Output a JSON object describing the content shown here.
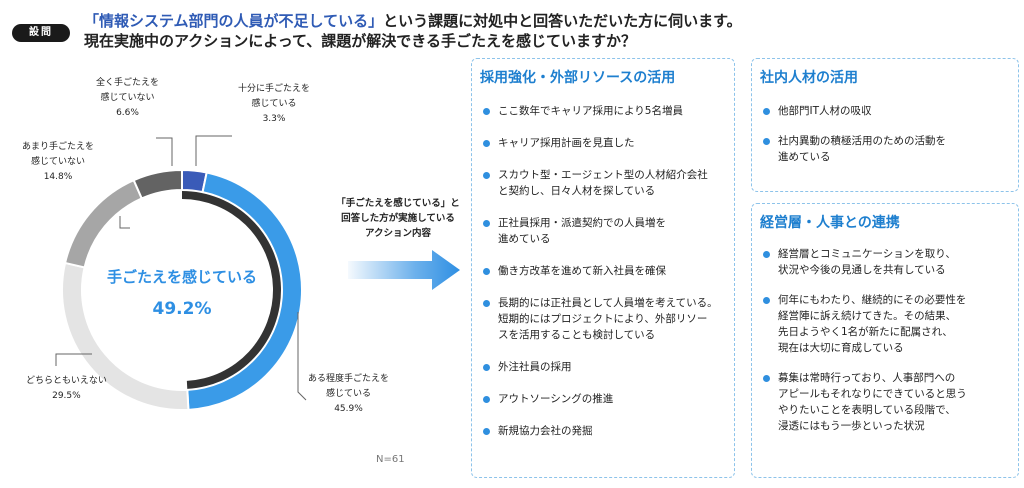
{
  "question": {
    "badge": "設問",
    "line1_highlight": "「情報システム部門の人員が不足している」",
    "line1_rest": "という課題に対処中と回答いただいた方に伺います。",
    "line2": "現在実施中のアクションによって、課題が解決できる手ごたえを感じていますか？"
  },
  "chart_data": {
    "type": "pie",
    "variant": "donut",
    "categories": [
      "十分に手ごたえを感じている",
      "ある程度手ごたえを感じている",
      "どちらともいえない",
      "あまり手ごたえを感じていない",
      "全く手ごたえを感じていない"
    ],
    "values": [
      3.3,
      45.9,
      29.5,
      14.8,
      6.6
    ],
    "value_labels": [
      "3.3%",
      "45.9%",
      "29.5%",
      "14.8%",
      "6.6%"
    ],
    "colors": [
      "#3a5bb8",
      "#3a9be8",
      "#e4e4e4",
      "#a6a6a6",
      "#636363"
    ],
    "label_lines": [
      [
        "十分に手ごたえを",
        "感じている"
      ],
      [
        "ある程度手ごたえを",
        "感じている"
      ],
      [
        "どちらともいえない"
      ],
      [
        "あまり手ごたえを",
        "感じていない"
      ],
      [
        "全く手ごたえを",
        "感じていない"
      ]
    ],
    "inner_ring_share": 49.2,
    "inner_ring_color": "#333333",
    "center_label": "手ごたえを感じている",
    "center_value": "49.2%",
    "center_color": "#2e8fe3",
    "sample_size": "N=61"
  },
  "arrow_caption": [
    "「手ごたえを感じている」と",
    "回答した方が実施している",
    "アクション内容"
  ],
  "panels": [
    {
      "title": "採用強化・外部リソースの活用",
      "items": [
        [
          "ここ数年でキャリア採用により5名増員"
        ],
        [
          "キャリア採用計画を見直した"
        ],
        [
          "スカウト型・エージェント型の人材紹介会社",
          "と契約し、日々人材を探している"
        ],
        [
          "正社員採用・派遣契約での人員増を",
          "進めている"
        ],
        [
          "働き方改革を進めて新入社員を確保"
        ],
        [
          "長期的には正社員として人員増を考えている。",
          "短期的にはプロジェクトにより、外部リソー",
          "スを活用することも検討している"
        ],
        [
          "外注社員の採用"
        ],
        [
          "アウトソーシングの推進"
        ],
        [
          "新規協力会社の発掘"
        ]
      ]
    },
    {
      "title": "社内人材の活用",
      "items": [
        [
          "他部門IT人材の吸収"
        ],
        [
          "社内異動の積極活用のための活動を",
          "進めている"
        ]
      ]
    },
    {
      "title": "経営層・人事との連携",
      "items": [
        [
          "経営層とコミュニケーションを取り、",
          "状況や今後の見通しを共有している"
        ],
        [
          "何年にもわたり、継続的にその必要性を",
          "経営陣に訴え続けてきた。その結果、",
          "先日ようやく1名が新たに配属され、",
          "現在は大切に育成している"
        ],
        [
          "募集は常時行っており、人事部門への",
          "アピールもそれなりにできていると思う",
          "やりたいことを表明している段階で、",
          "浸透にはもう一歩といった状況"
        ]
      ]
    }
  ]
}
